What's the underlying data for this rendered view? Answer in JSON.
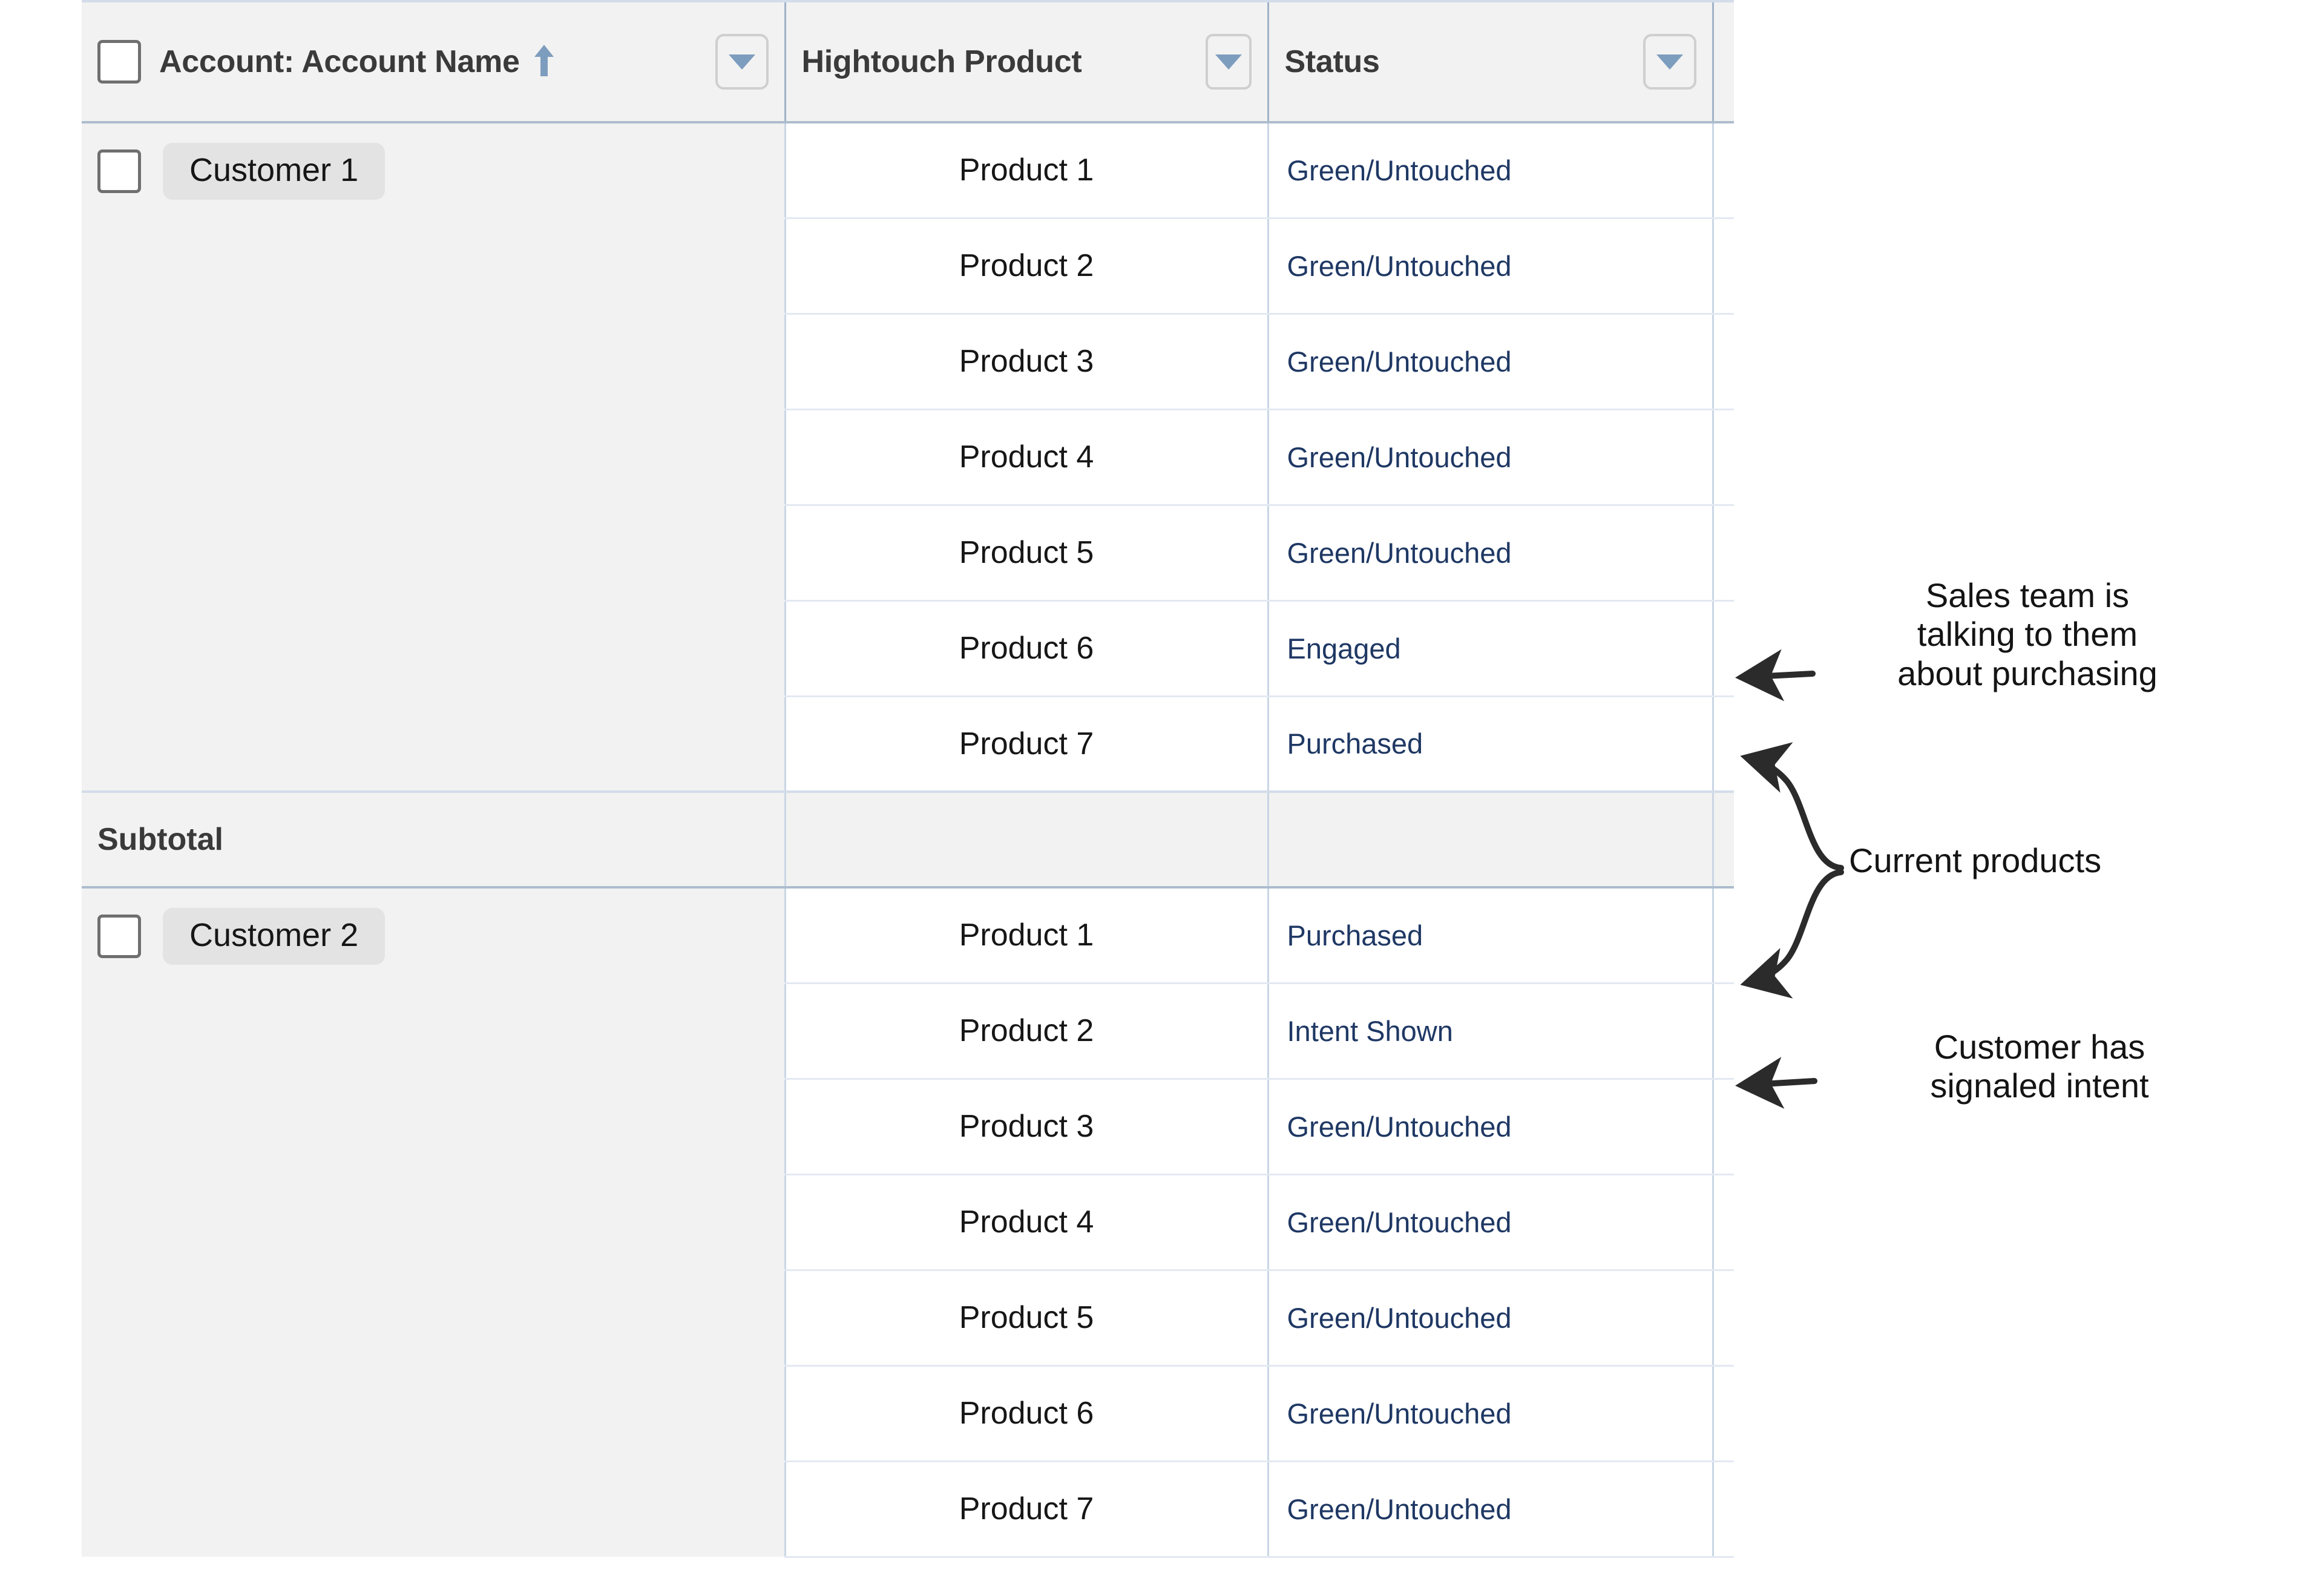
{
  "table": {
    "columns": [
      {
        "label": "Account: Account Name",
        "sort_icon": "sort-ascending-arrow-icon",
        "filter_icon": "chevron-down-icon"
      },
      {
        "label": "Hightouch Product",
        "filter_icon": "chevron-down-icon"
      },
      {
        "label": "Status",
        "filter_icon": "chevron-down-icon"
      }
    ],
    "subtotal_label": "Subtotal",
    "groups": [
      {
        "account": "Customer 1",
        "rows": [
          {
            "product": "Product 1",
            "status": "Green/Untouched"
          },
          {
            "product": "Product 2",
            "status": "Green/Untouched"
          },
          {
            "product": "Product 3",
            "status": "Green/Untouched"
          },
          {
            "product": "Product 4",
            "status": "Green/Untouched"
          },
          {
            "product": "Product 5",
            "status": "Green/Untouched"
          },
          {
            "product": "Product 6",
            "status": "Engaged"
          },
          {
            "product": "Product 7",
            "status": "Purchased"
          }
        ]
      },
      {
        "account": "Customer 2",
        "rows": [
          {
            "product": "Product 1",
            "status": "Purchased"
          },
          {
            "product": "Product 2",
            "status": "Intent Shown"
          },
          {
            "product": "Product 3",
            "status": "Green/Untouched"
          },
          {
            "product": "Product 4",
            "status": "Green/Untouched"
          },
          {
            "product": "Product 5",
            "status": "Green/Untouched"
          },
          {
            "product": "Product 6",
            "status": "Green/Untouched"
          },
          {
            "product": "Product 7",
            "status": "Green/Untouched"
          }
        ]
      }
    ]
  },
  "annotations": {
    "sales": "Sales team is\ntalking to them\nabout purchasing",
    "current_products": "Current products",
    "intent": "Customer has\nsignaled intent"
  },
  "colors": {
    "status_text": "#1f3864",
    "header_bg": "#f2f2f2",
    "grid_line": "#e3e9f2",
    "accent_blue": "#7d9dbe",
    "annotation_ink": "#2b2b2b"
  }
}
